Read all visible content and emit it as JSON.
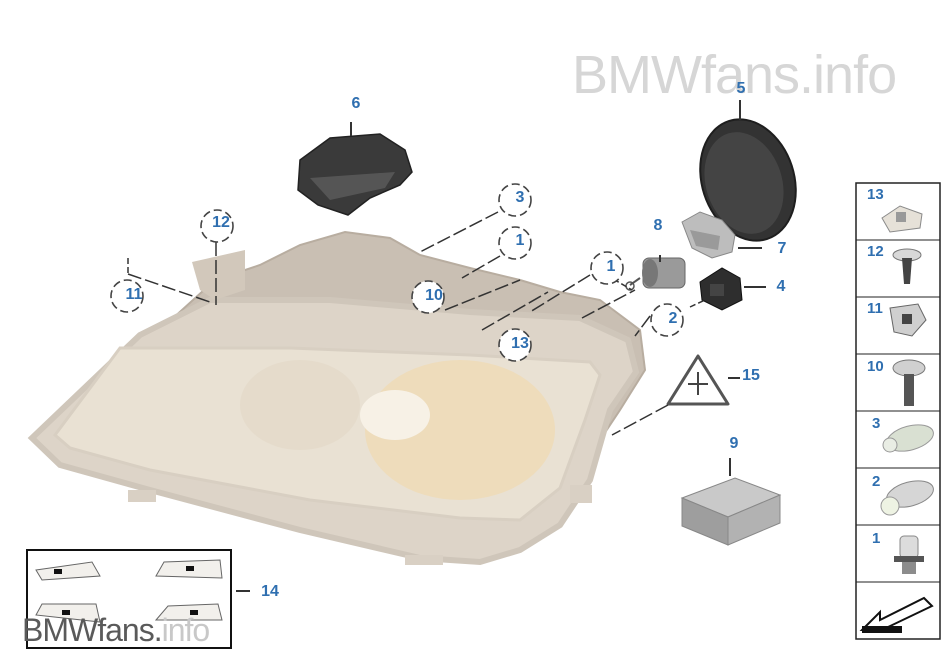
{
  "watermark_top": "BMWfans.info",
  "watermark_bottom": {
    "main": "BMWfans.",
    "tld": "info"
  },
  "callouts": [
    {
      "key": "6",
      "label": "6"
    },
    {
      "key": "5",
      "label": "5"
    },
    {
      "key": "3",
      "label": "3"
    },
    {
      "key": "1a",
      "label": "1"
    },
    {
      "key": "12",
      "label": "12"
    },
    {
      "key": "11",
      "label": "11"
    },
    {
      "key": "10",
      "label": "10"
    },
    {
      "key": "13",
      "label": "13"
    },
    {
      "key": "8",
      "label": "8"
    },
    {
      "key": "7",
      "label": "7"
    },
    {
      "key": "1b",
      "label": "1"
    },
    {
      "key": "4",
      "label": "4"
    },
    {
      "key": "2",
      "label": "2"
    },
    {
      "key": "15",
      "label": "15"
    },
    {
      "key": "9",
      "label": "9"
    },
    {
      "key": "14",
      "label": "14"
    }
  ],
  "side_legend": [
    "13",
    "12",
    "11",
    "10",
    "3",
    "2",
    "1"
  ]
}
